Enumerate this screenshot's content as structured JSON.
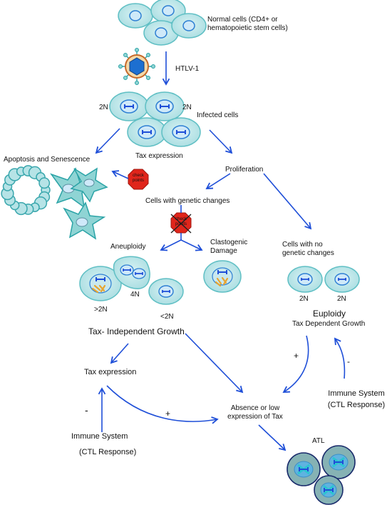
{
  "labels": {
    "normal_cells": "Normal cells (CD4+ or\nhematopoietic stem cells)",
    "htlv": "HTLV-1",
    "infected_2n_left": "2N",
    "infected_2n_right": "2N",
    "infected_cells": "Infected cells",
    "tax_expression_top": "Tax expression",
    "apoptosis": "Apoptosis and Senescence",
    "proliferation": "Proliferation",
    "checkpoints_1": "check\npoints",
    "checkpoints_2": "check\npoints",
    "genetic_changes": "Cells with genetic changes",
    "aneuploidy": "Aneuploidy",
    "clastogenic": "Clastogenic\nDamage",
    "no_genetic_changes": "Cells with no\ngenetic changes",
    "ploidy_4n": "4N",
    "ploidy_gt2n": ">2N",
    "ploidy_lt2n": "<2N",
    "euploid_2n_left": "2N",
    "euploid_2n_right": "2N",
    "euploidy": "Euploidy",
    "tax_dependent": "Tax Dependent Growth",
    "tax_independent": "Tax- Independent Growth",
    "plus_right": "+",
    "minus_right": "-",
    "tax_expression_bottom": "Tax expression",
    "absence": "Absence or low\nexpression of Tax",
    "immune_right": "Immune System\n(CTL Response)",
    "minus_left": "-",
    "plus_left": "+",
    "atl": "ATL",
    "immune_left_1": "Immune System",
    "immune_left_2": "(CTL Response)"
  },
  "colors": {
    "arrow": "#1f4fd8",
    "cell_fill": "#b6e3e6",
    "cell_stroke": "#5fbfc4",
    "nucleus": "#2d7fd3",
    "stop_sign": "#e0251b",
    "atl_cell": "#86b2b4"
  }
}
